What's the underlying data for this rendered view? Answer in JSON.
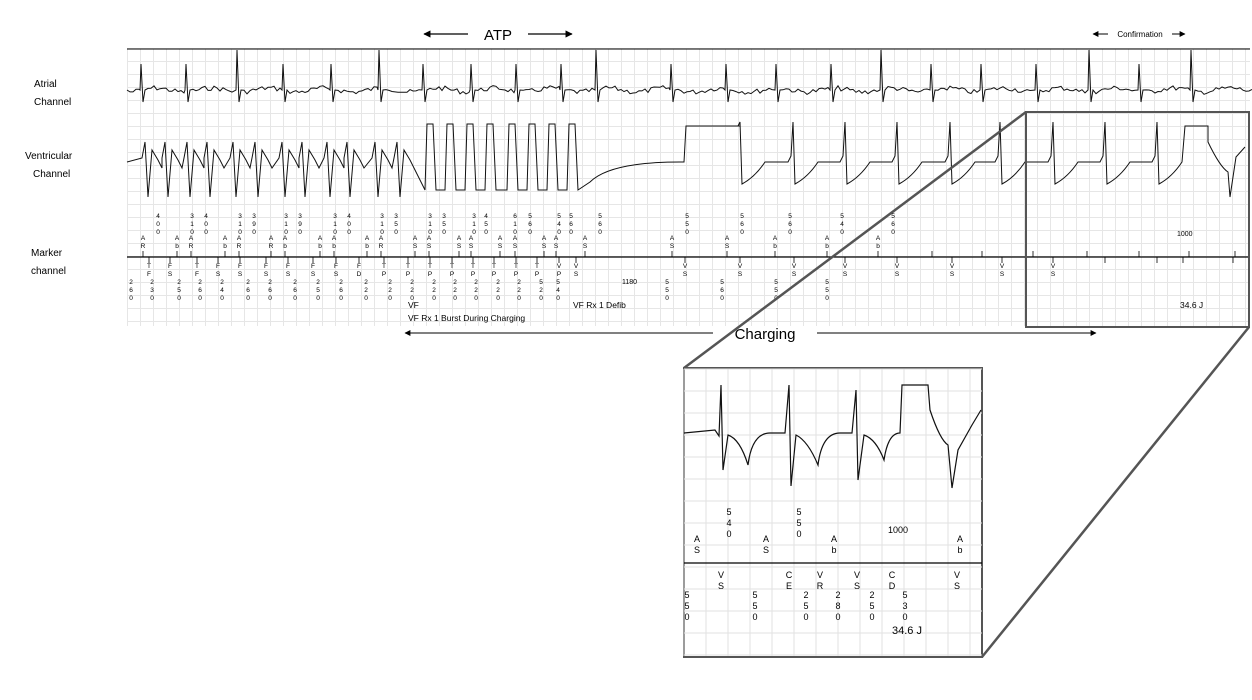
{
  "header": {
    "atp_label": "ATP",
    "confirmation_label": "Confirmation"
  },
  "channels": {
    "atrial": [
      "Atrial",
      "Channel"
    ],
    "ventricular": [
      "Ventricular",
      "Channel"
    ],
    "marker": [
      "Marker",
      "channel"
    ]
  },
  "annotations": {
    "vf": "VF",
    "vf_rx_burst": "VF Rx 1 Burst During Charging",
    "vf_rx_defib": "VF Rx 1 Defib",
    "charging": "Charging",
    "energy": "34.6 J",
    "interval_1180": "1180",
    "interval_1000": "1000"
  },
  "marker_events": {
    "top_labels": [
      "AR",
      "Ab",
      "AR",
      "Ab",
      "AR",
      "AR",
      "Ab",
      "Ab",
      "Ab",
      "Ab",
      "AR",
      "AS",
      "AS",
      "AS",
      "AS",
      "AS",
      "AS",
      "AS",
      "AS",
      "AS",
      "AS",
      "AS",
      "Ab",
      "Ab",
      "Ab"
    ],
    "bottom_labels": [
      "TF",
      "FS",
      "TF",
      "FS",
      "FS",
      "FS",
      "FS",
      "FS",
      "FS",
      "FD",
      "TP",
      "TP",
      "TP",
      "TP",
      "TP",
      "TP",
      "TP",
      "TP",
      "VP",
      "VS",
      "VS",
      "VS",
      "VS",
      "VS",
      "VS",
      "VS",
      "VS",
      "VS"
    ],
    "top_intervals": [
      "400",
      "310",
      "400",
      "310",
      "390",
      "310",
      "390",
      "310",
      "400",
      "310",
      "350",
      "310",
      "350",
      "310",
      "450",
      "610",
      "560",
      "540",
      "560",
      "560",
      "550",
      "560",
      "560",
      "540",
      "560"
    ],
    "bottom_intervals": [
      "260",
      "230",
      "250",
      "260",
      "240",
      "260",
      "260",
      "260",
      "250",
      "260",
      "220",
      "220",
      "220",
      "220",
      "220",
      "220",
      "220",
      "220",
      "520",
      "540",
      "550",
      "560",
      "550",
      "550"
    ]
  },
  "inset": {
    "intervals_top": [
      "540",
      "550"
    ],
    "interval_1000": "1000",
    "top_labels": [
      "AS",
      "AS",
      "Ab",
      "Ab"
    ],
    "bottom_labels": [
      "VS",
      "CE",
      "VR",
      "VS",
      "CD",
      "VS"
    ],
    "bottom_intervals": [
      "550",
      "550",
      "250",
      "280",
      "250",
      "530"
    ],
    "energy": "34.6 J"
  }
}
